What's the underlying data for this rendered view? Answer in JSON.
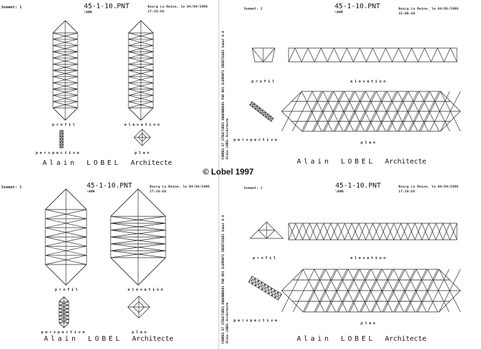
{
  "copyright": "© Lobel 1997",
  "panels": [
    {
      "sheet": "Sommet: 1",
      "file": "45-1-10.PNT",
      "sub": "\\ANN",
      "place": "Bourg La Reine, le 04/04/1996",
      "time": "17:19:58",
      "profil": "profil",
      "elevation": "elevation",
      "perspective": "perspective",
      "plan": "plan",
      "first": "Alain",
      "last": "LOBEL",
      "title": "Architecte"
    },
    {
      "sheet": "Sommet: 2",
      "file": "45-1-10.PNT",
      "sub": "\\ANN",
      "place": "Bourg La Reine, le 04/05/1996",
      "time": "15:00:48",
      "profil": "profil",
      "elevation": "elevation",
      "perspective": "perspective",
      "plan": "plan",
      "first": "Alain",
      "last": "LOBEL",
      "title": "Architecte"
    },
    {
      "sheet": "Sommet: 1",
      "file": "45-1-10.PNT",
      "sub": "\\ANN",
      "place": "Bourg La Reine, le 04/04/1996",
      "time": "17:19:58",
      "profil": "profil",
      "elevation": "elevation",
      "perspective": "perspective",
      "plan": "plan",
      "first": "Alain",
      "last": "LOBEL",
      "title": "Architecte"
    },
    {
      "sheet": "Sommet: 1",
      "file": "45-1-10.PNT",
      "sub": "\\ANN",
      "place": "Bourg La Reine, le 04/04/1996",
      "time": "17:19:58",
      "profil": "profil",
      "elevation": "elevation",
      "perspective": "perspective",
      "plan": "plan",
      "first": "Alain",
      "last": "LOBEL",
      "title": "Architecte"
    }
  ],
  "side_text": [
    "FORMES ET STRUCTURES ENGENDREES PAR DES ELEMENTS IDENTIQUES  Sabat 6.0",
    "Alain LOBEL Architecte"
  ]
}
